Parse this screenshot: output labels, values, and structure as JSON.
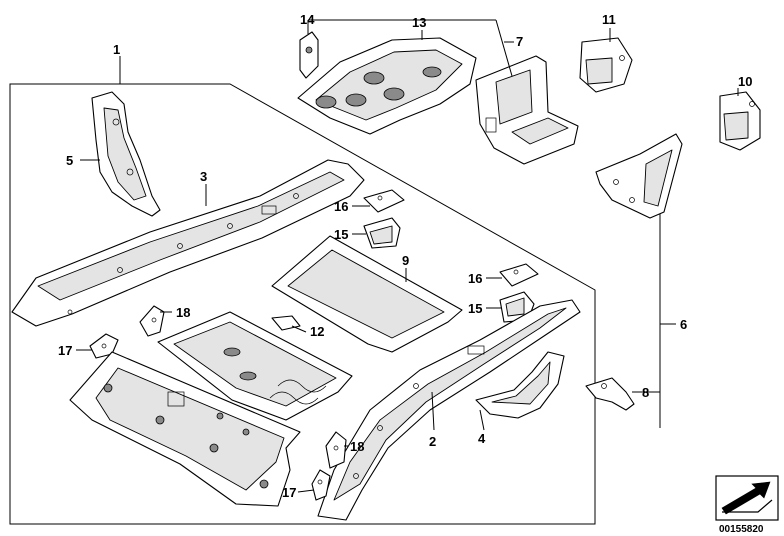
{
  "callouts": {
    "c1": "1",
    "c2": "2",
    "c3": "3",
    "c4": "4",
    "c5": "5",
    "c6": "6",
    "c7": "7",
    "c8": "8",
    "c9": "9",
    "c10": "10",
    "c11": "11",
    "c12": "12",
    "c13": "13",
    "c14": "14",
    "c15a": "15",
    "c15b": "15",
    "c16a": "16",
    "c16b": "16",
    "c17a": "17",
    "c17b": "17",
    "c18a": "18",
    "c18b": "18"
  },
  "diagram_code": "00155820",
  "colors": {
    "line": "#000000",
    "fill": "#ffffff",
    "shade": "#e4e4e4",
    "dark": "#8a8a8a"
  }
}
